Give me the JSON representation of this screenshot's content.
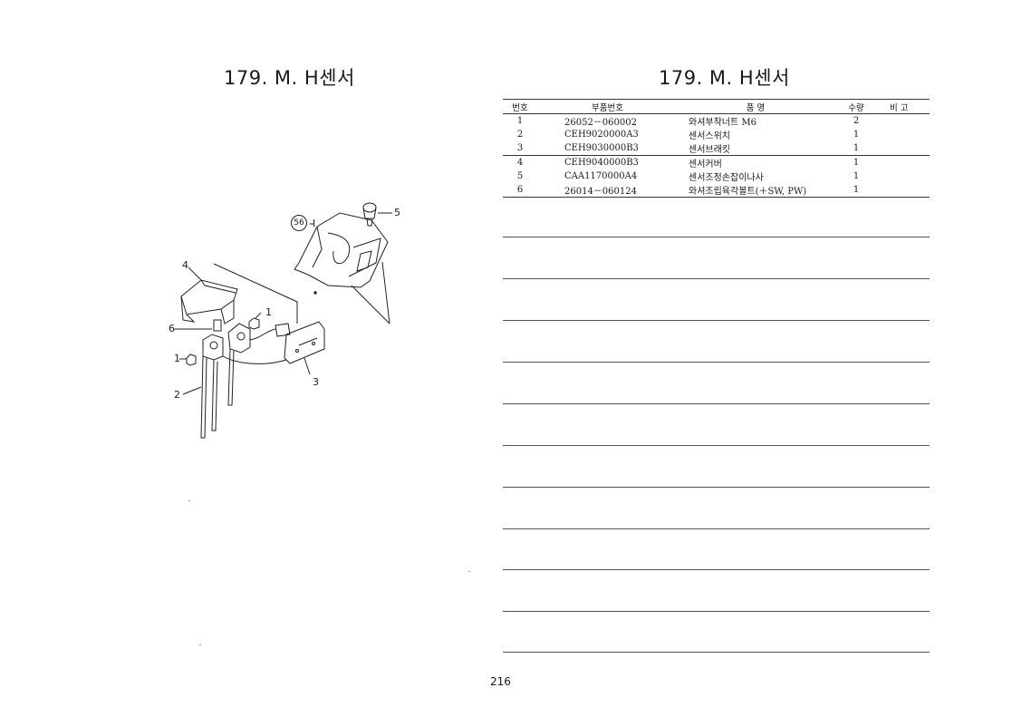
{
  "page": {
    "title_left": "179. M. H센서",
    "title_right": "179. M. H센서",
    "page_number": "216"
  },
  "table": {
    "headers": [
      "번호",
      "부품번호",
      "품    명",
      "수량",
      "비  고"
    ],
    "rows": [
      {
        "no": "1",
        "part_no": "26052－060002",
        "name": "와셔부착너트 M6",
        "qty": "2",
        "note": ""
      },
      {
        "no": "2",
        "part_no": "CEH9020000A3",
        "name": "센서스위치",
        "qty": "1",
        "note": ""
      },
      {
        "no": "3",
        "part_no": "CEH9030000B3",
        "name": "센서브래킷",
        "qty": "1",
        "note": ""
      },
      {
        "no": "4",
        "part_no": "CEH9040000B3",
        "name": "센서커버",
        "qty": "1",
        "note": ""
      },
      {
        "no": "5",
        "part_no": "CAA1170000A4",
        "name": "센서조정손잡이나사",
        "qty": "1",
        "note": ""
      },
      {
        "no": "6",
        "part_no": "26014－060124",
        "name": "와셔조립육각볼트(＋SW, PW)",
        "qty": "1",
        "note": ""
      }
    ]
  },
  "diagram": {
    "reference_label": "56",
    "reference_suffix": "-Ⅰ",
    "callouts": [
      "1",
      "1",
      "2",
      "3",
      "4",
      "5",
      "6"
    ]
  }
}
